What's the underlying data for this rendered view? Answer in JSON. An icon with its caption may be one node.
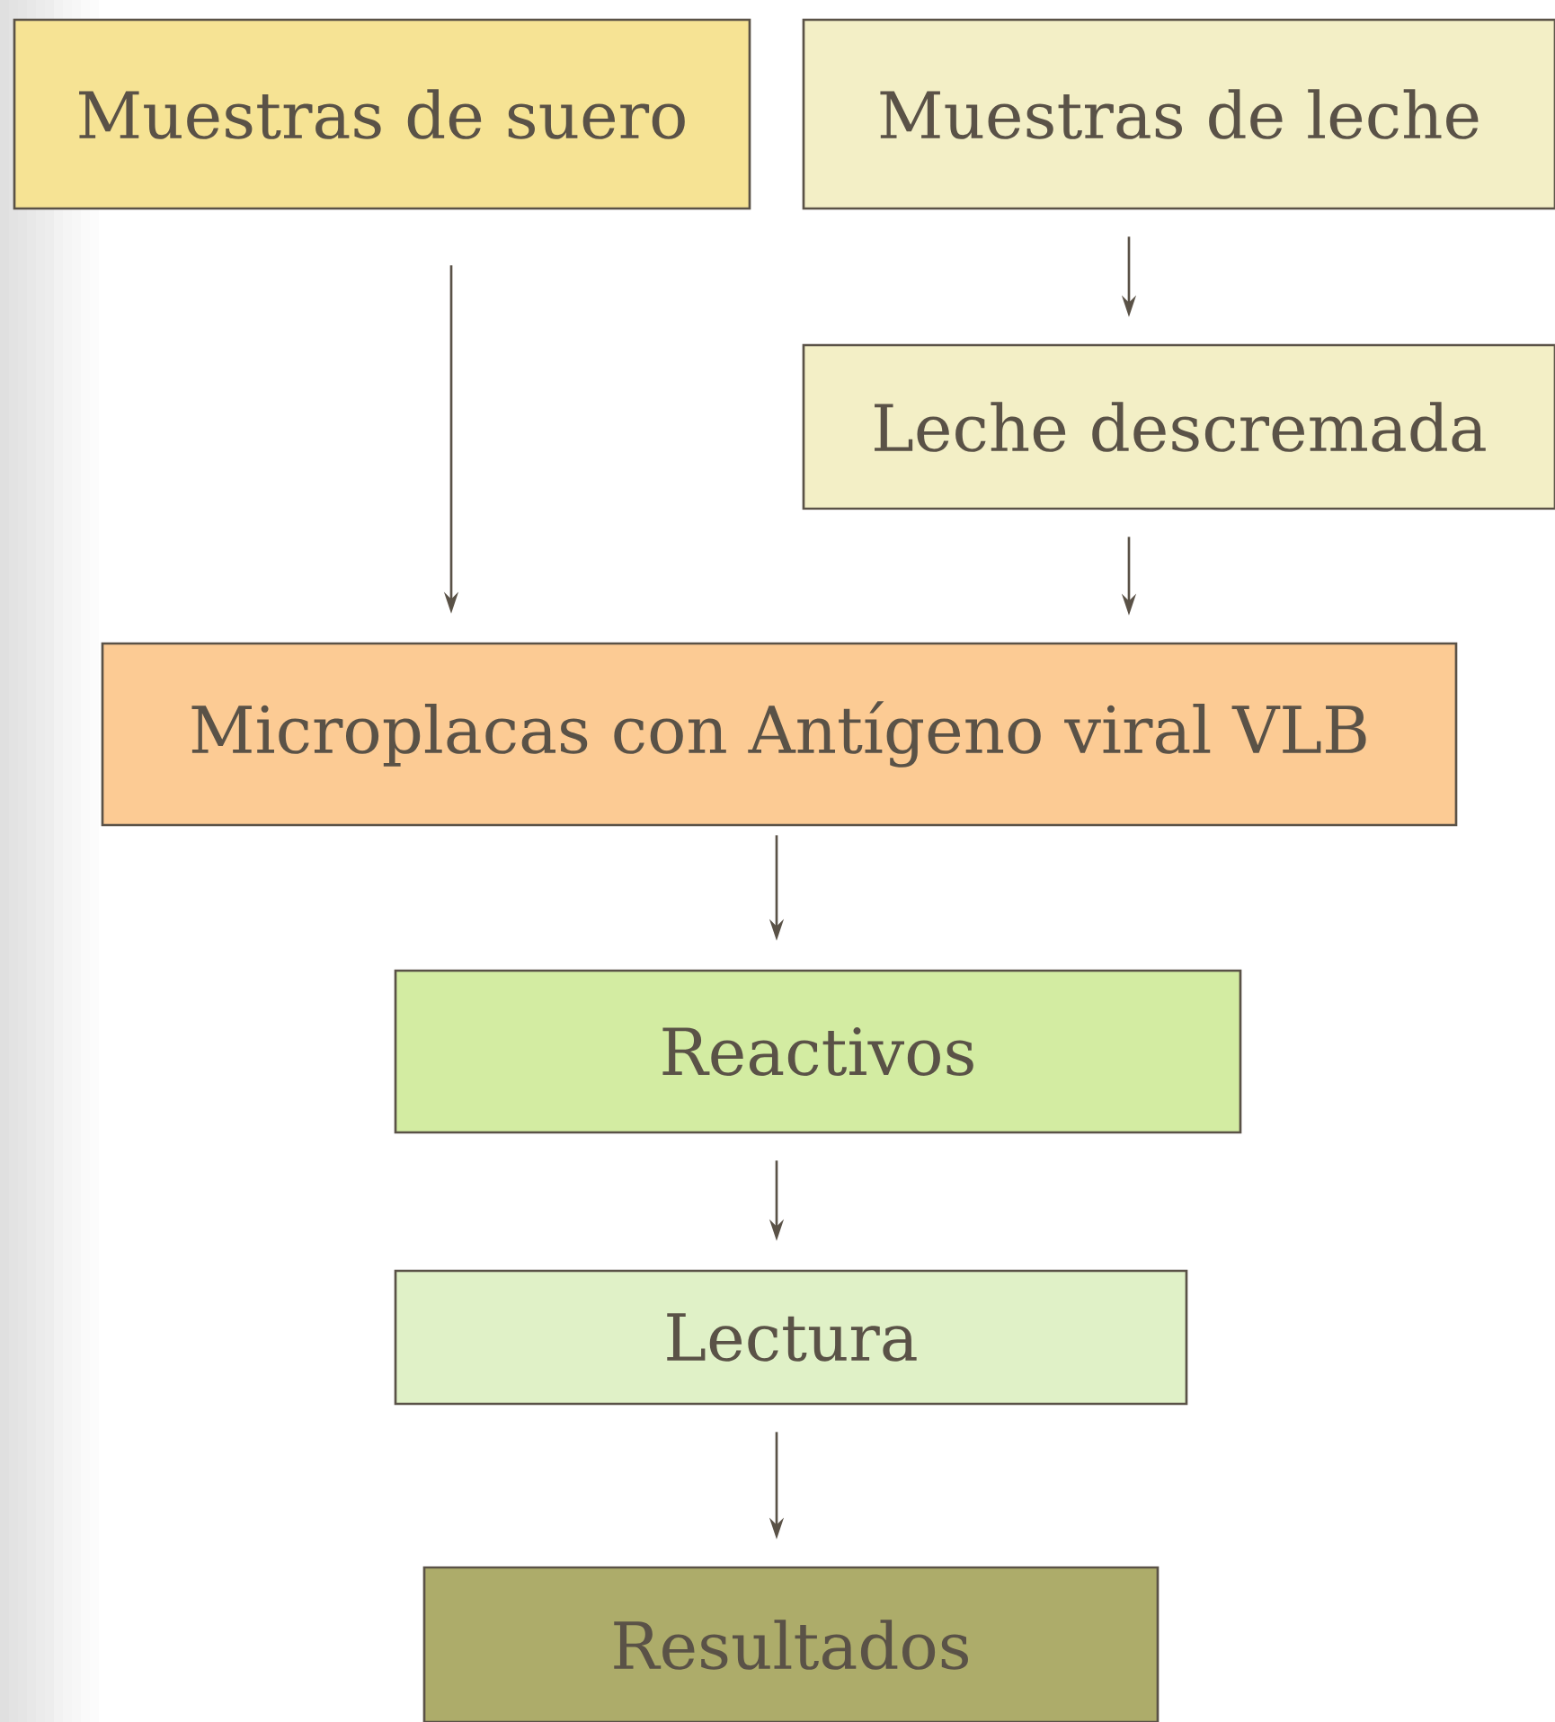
{
  "diagram": {
    "nodes": [
      {
        "text": [
          "Muestras de suero"
        ]
      },
      {
        "text": [
          "Muestras de leche"
        ]
      },
      {
        "text": [
          "Leche descremada"
        ]
      },
      {
        "text": [
          "Microplacas con Antígeno viral VLB"
        ]
      },
      {
        "text": [
          "Reactivos"
        ]
      },
      {
        "text": [
          "Lectura"
        ]
      },
      {
        "text": [
          "Resultados"
        ]
      }
    ],
    "edges": [
      {
        "from": 0,
        "to": 3,
        "arrow": "to"
      },
      {
        "from": 1,
        "to": 2,
        "arrow": "to"
      },
      {
        "from": 2,
        "to": 3,
        "arrow": "to"
      },
      {
        "from": 3,
        "to": 4,
        "arrow": "to"
      },
      {
        "from": 4,
        "to": 5,
        "arrow": "to"
      },
      {
        "from": 5,
        "to": 6,
        "arrow": "to"
      }
    ]
  }
}
